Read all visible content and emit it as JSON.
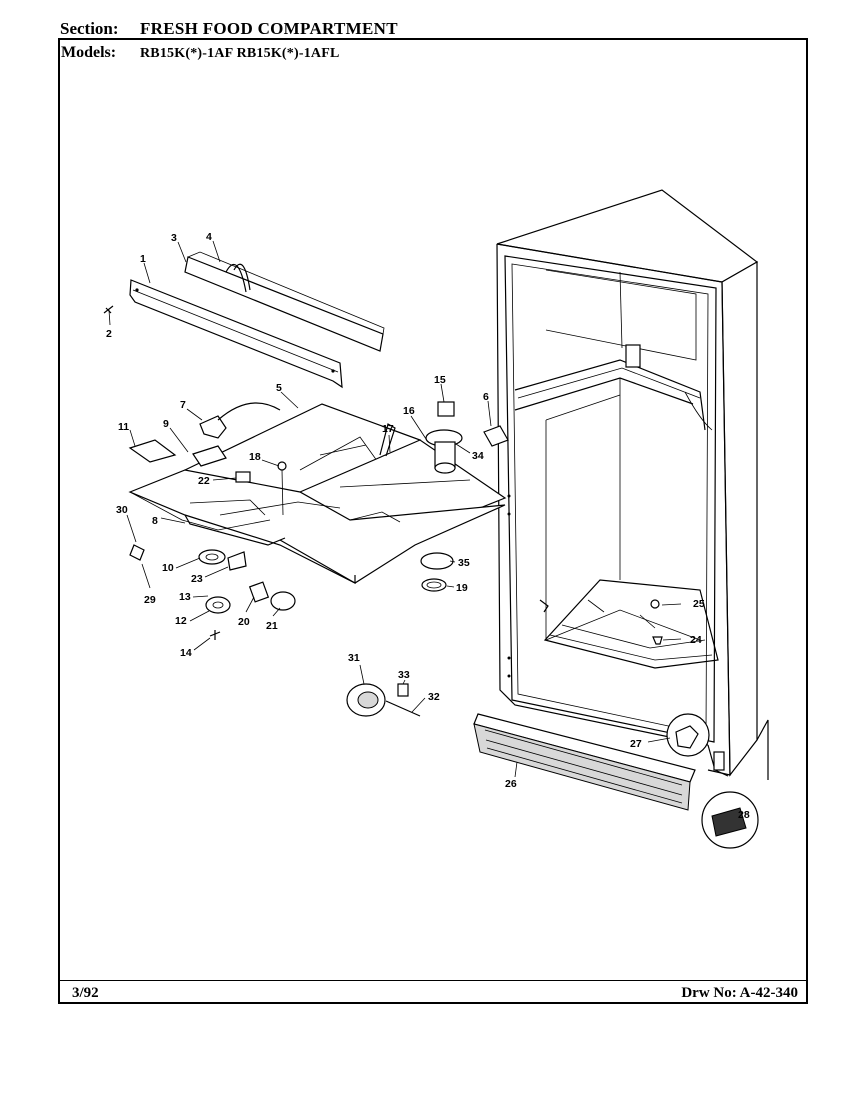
{
  "header": {
    "section_label": "Section:",
    "section_value": "FRESH FOOD COMPARTMENT",
    "models_label": "Models:",
    "models_value": "RB15K(*)-1AF  RB15K(*)-1AFL"
  },
  "footer": {
    "date": "3/92",
    "drawing_number": "Drw No: A-42-340"
  },
  "callouts": [
    "1",
    "2",
    "3",
    "4",
    "5",
    "6",
    "7",
    "8",
    "9",
    "10",
    "11",
    "12",
    "13",
    "14",
    "15",
    "16",
    "17",
    "18",
    "19",
    "20",
    "21",
    "22",
    "23",
    "24",
    "25",
    "26",
    "27",
    "28",
    "29",
    "30",
    "31",
    "32",
    "33",
    "34",
    "35",
    "28"
  ]
}
